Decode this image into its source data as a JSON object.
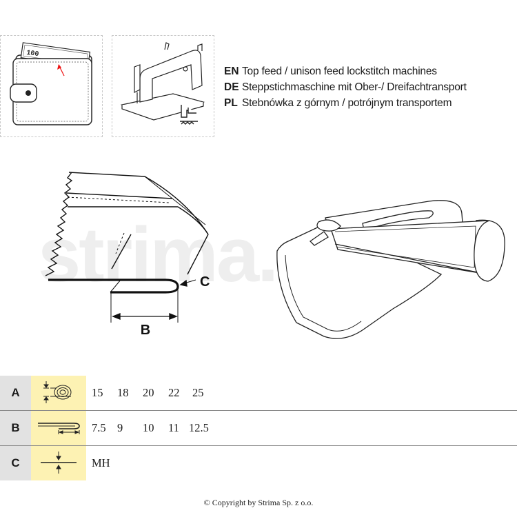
{
  "languages": [
    {
      "code": "EN",
      "text": "Top feed / unison feed lockstitch machines"
    },
    {
      "code": "DE",
      "text": "Steppstichmaschine mit Ober-/ Dreifachtransport"
    },
    {
      "code": "PL",
      "text": "Stebnówka z górnym / potrójnym transportem"
    }
  ],
  "wallet": {
    "banknote_text": "100"
  },
  "diagram": {
    "label_b": "B",
    "label_c": "C"
  },
  "watermark": "strima.com",
  "specs": [
    {
      "label": "A",
      "values": [
        "15",
        "18",
        "20",
        "22",
        "25"
      ]
    },
    {
      "label": "B",
      "values": [
        "7.5",
        "9",
        "10",
        "11",
        "12.5"
      ]
    },
    {
      "label": "C",
      "values": [
        "MH"
      ]
    }
  ],
  "footer": {
    "copyright": "© Copyright by Strima Sp. z o.o."
  }
}
